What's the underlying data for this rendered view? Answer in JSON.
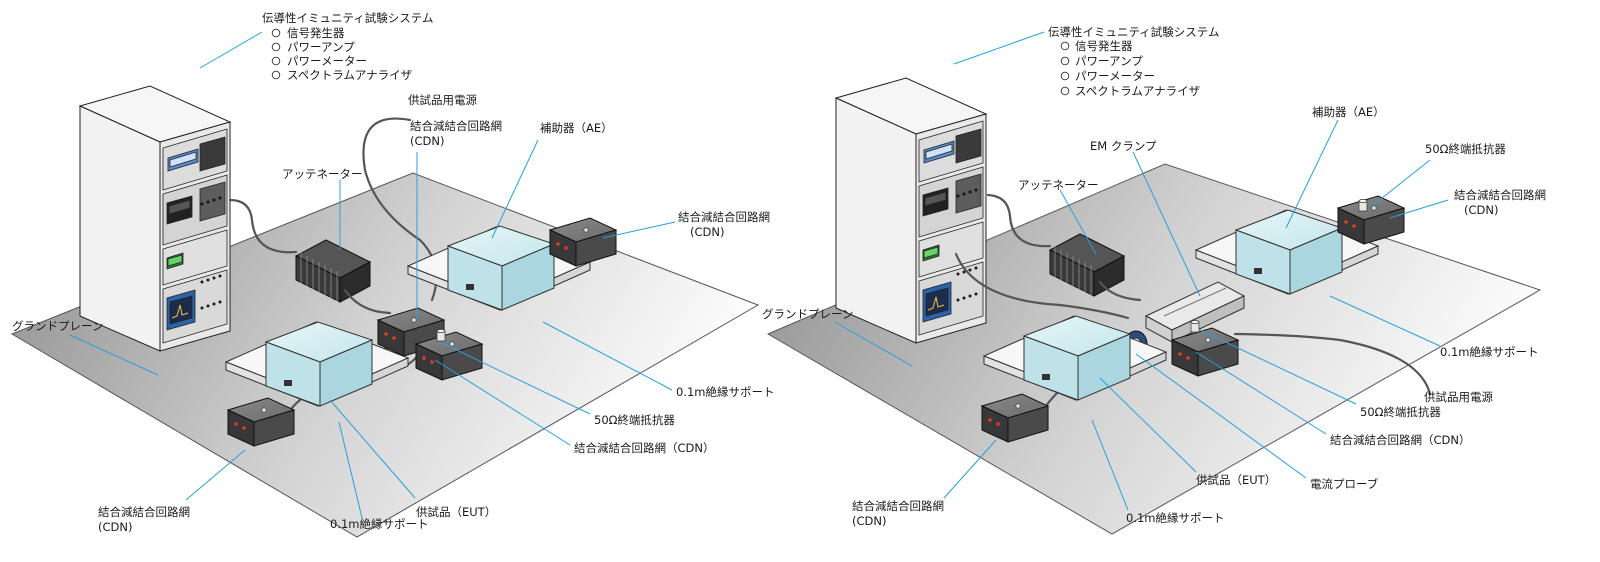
{
  "left": {
    "system": {
      "title": "伝導性イミュニティ試験システム",
      "items": [
        "信号発生器",
        "パワーアンプ",
        "パワーメーター",
        "スペクトラムアナライザ"
      ]
    },
    "labels": {
      "eut_power": "供試品用電源",
      "cdn_top_1": "結合減結合回路網",
      "cdn_top_2": "(CDN)",
      "ae": "補助器（AE）",
      "attenuator": "アッテネーター",
      "cdn_right_1": "結合減結合回路網",
      "cdn_right_2": "(CDN)",
      "ground_plane": "グランドプレーン",
      "support_right": "0.1m絶縁サポート",
      "terminator": "50Ω終端抵抗器",
      "cdn_mid": "結合減結合回路網（CDN）",
      "cdn_bottom_1": "結合減結合回路網",
      "cdn_bottom_2": "(CDN)",
      "eut": "供試品（EUT）",
      "support_bottom": "0.1m絶縁サポート"
    }
  },
  "right": {
    "system": {
      "title": "伝導性イミュニティ試験システム",
      "items": [
        "信号発生器",
        "パワーアンプ",
        "パワーメーター",
        "スペクトラムアナライザ"
      ]
    },
    "labels": {
      "ae": "補助器（AE）",
      "terminator_top": "50Ω終端抵抗器",
      "em_clamp": "EM クランプ",
      "cdn_right_1": "結合減結合回路網",
      "cdn_right_2": "(CDN)",
      "attenuator": "アッテネーター",
      "ground_plane": "グランドプレーン",
      "support_right": "0.1m絶縁サポート",
      "eut_power": "供試品用電源",
      "terminator": "50Ω終端抵抗器",
      "cdn_mid": "結合減結合回路網（CDN）",
      "eut": "供試品（EUT）",
      "current_probe": "電流プローブ",
      "cdn_bottom_1": "結合減結合回路網",
      "cdn_bottom_2": "(CDN)",
      "support_bottom": "0.1m絶縁サポート"
    }
  }
}
